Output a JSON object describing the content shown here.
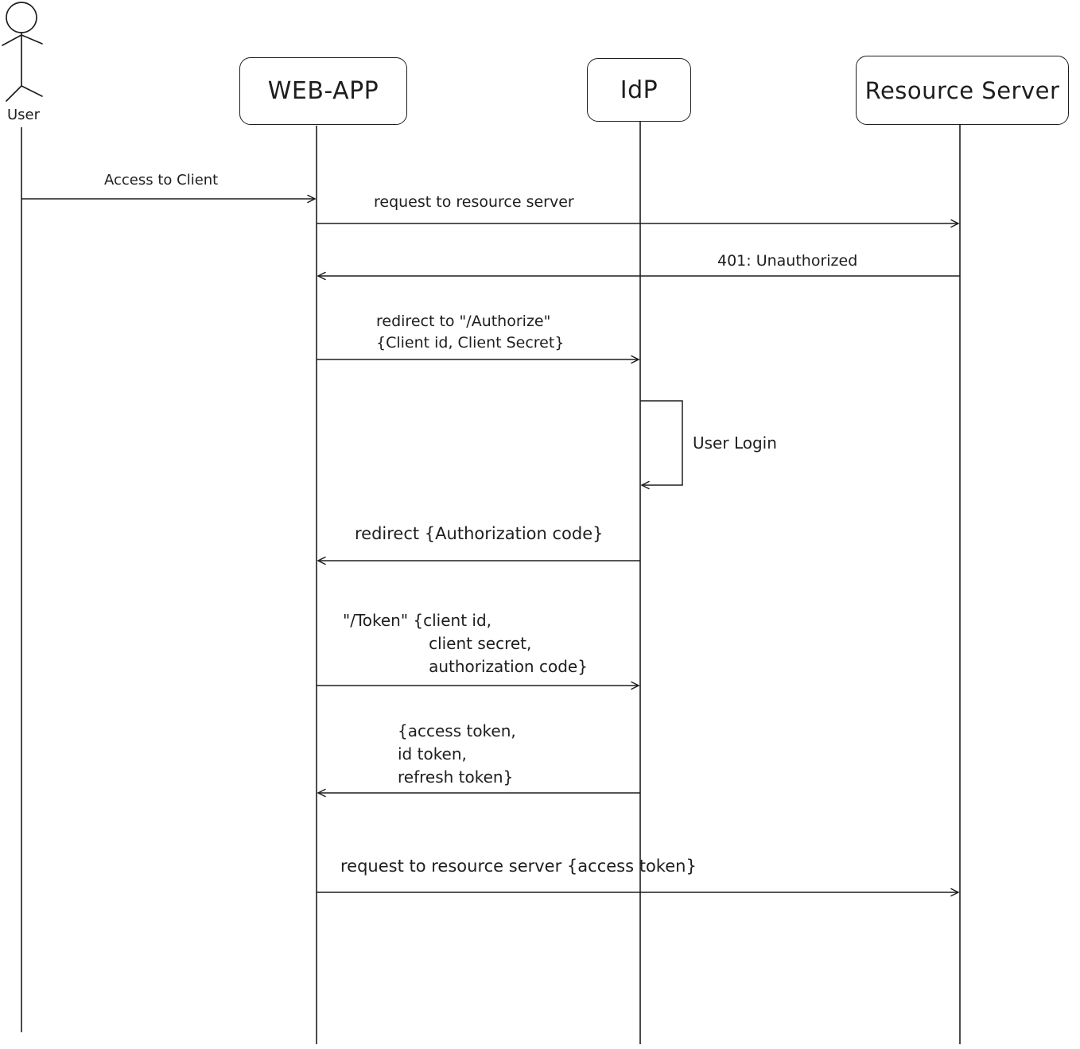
{
  "canvas": {
    "background_color": "#ffffff",
    "stroke_color": "#1e1e1e"
  },
  "actors": {
    "user": {
      "label": "User",
      "type": "person"
    },
    "web_app": {
      "label": "WEB-APP",
      "type": "box"
    },
    "idp": {
      "label": "IdP",
      "type": "box"
    },
    "resource_server": {
      "label": "Resource Server",
      "type": "box"
    }
  },
  "messages": [
    {
      "id": "access-to-client",
      "from": "User",
      "to": "WEB-APP",
      "direction": "right",
      "text": "Access to Client"
    },
    {
      "id": "request-to-resource-server",
      "from": "WEB-APP",
      "to": "Resource Server",
      "direction": "right",
      "text": "request to resource server"
    },
    {
      "id": "401-unauthorized",
      "from": "Resource Server",
      "to": "WEB-APP",
      "direction": "left",
      "text": "401: Unauthorized"
    },
    {
      "id": "redirect-to-authorize",
      "from": "WEB-APP",
      "to": "IdP",
      "direction": "right",
      "text": "redirect to \"/Authorize\"\n{Client id, Client Secret}"
    },
    {
      "id": "user-login",
      "from": "IdP",
      "to": "IdP",
      "direction": "self",
      "text": "User Login"
    },
    {
      "id": "redirect-authorization-code",
      "from": "IdP",
      "to": "WEB-APP",
      "direction": "left",
      "text": "redirect {Authorization code}"
    },
    {
      "id": "token-request",
      "from": "WEB-APP",
      "to": "IdP",
      "direction": "right",
      "text": "\"/Token\" {client id,\n                 client secret,\n                 authorization code}"
    },
    {
      "id": "token-response",
      "from": "IdP",
      "to": "WEB-APP",
      "direction": "left",
      "text": "{access token,\nid token,\nrefresh token}"
    },
    {
      "id": "request-with-access-token",
      "from": "WEB-APP",
      "to": "Resource Server",
      "direction": "right",
      "text": "request to resource server {access token}"
    }
  ]
}
